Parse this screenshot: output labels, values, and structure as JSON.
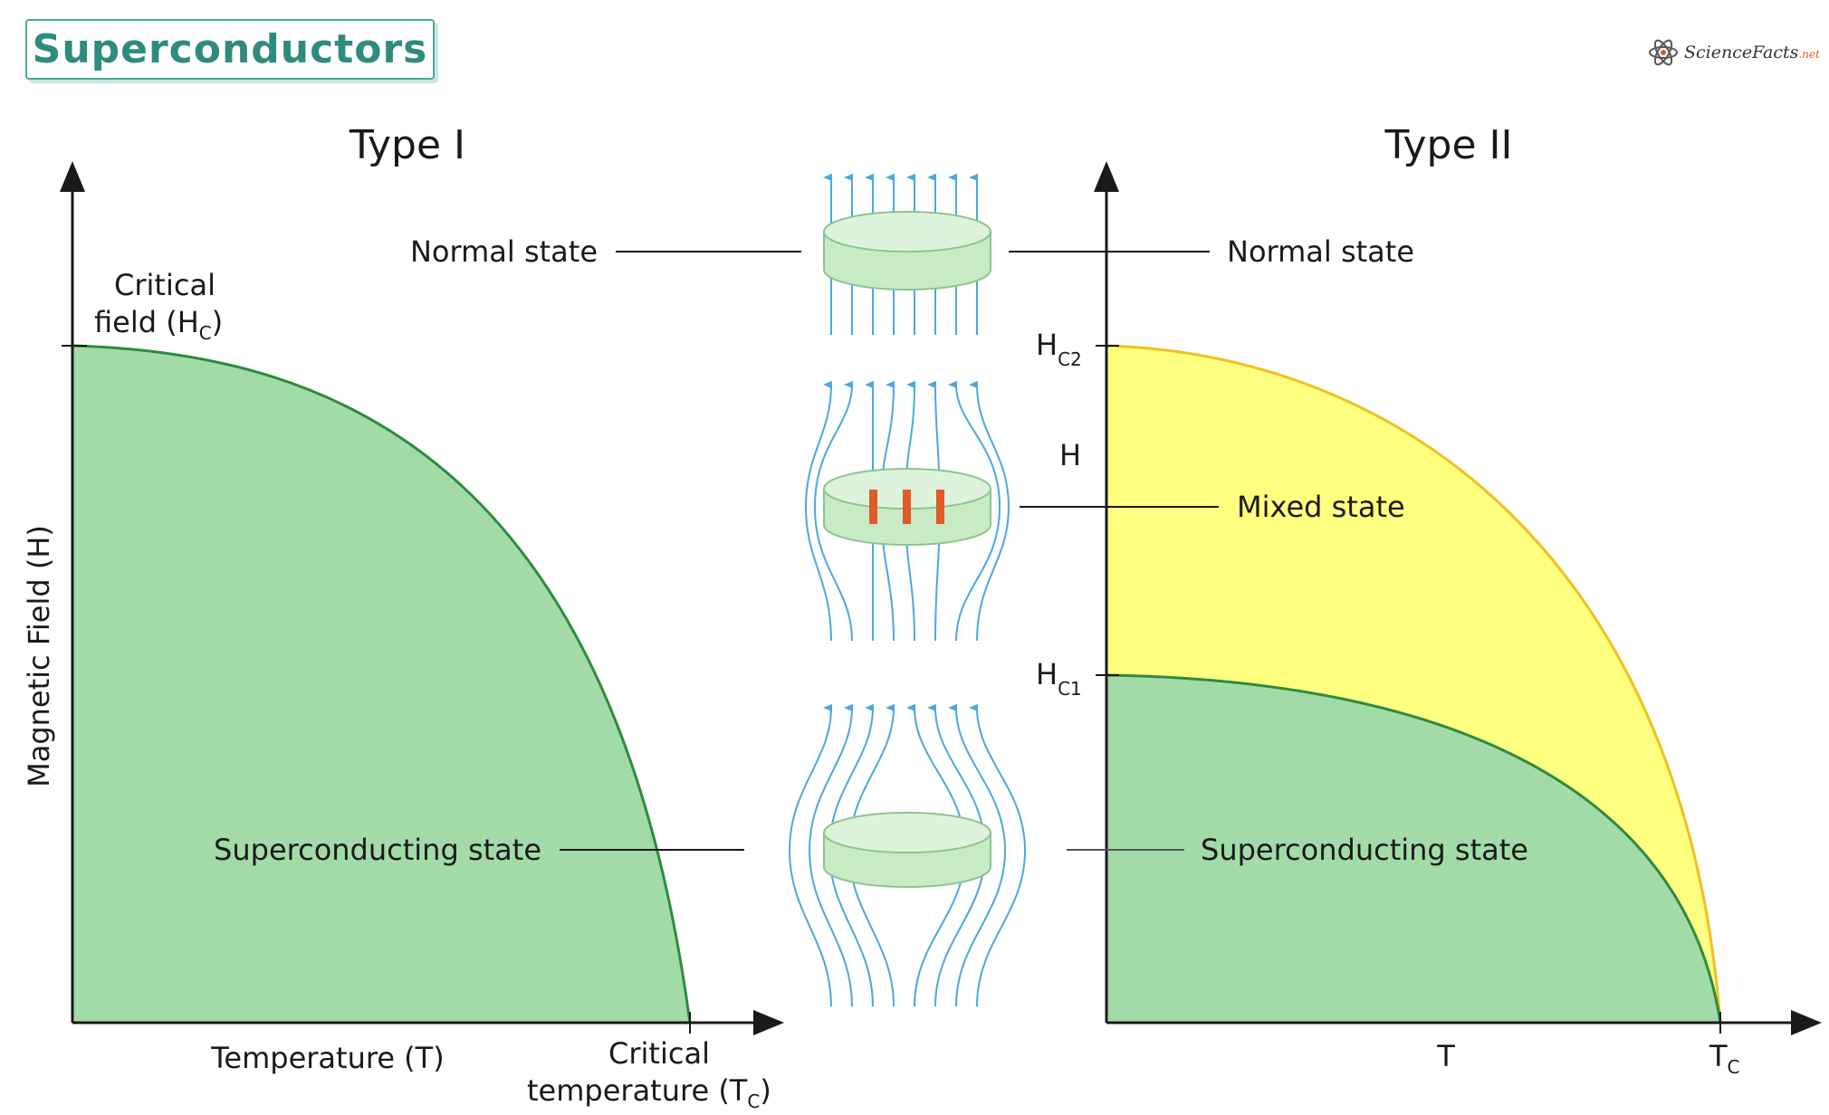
{
  "header": {
    "title": "Superconductors",
    "brand": "ScienceFacts",
    "brand_suffix": ".net"
  },
  "type1": {
    "heading": "Type I",
    "y_axis_label": "Magnetic Field (H)",
    "x_axis_label": "Temperature (T)",
    "critical_field_line1": "Critical",
    "critical_field_line2": "field (H",
    "critical_field_sub": "C",
    "critical_field_close": ")",
    "critical_temp_line1": "Critical",
    "critical_temp_line2": "temperature (T",
    "critical_temp_sub": "C",
    "critical_temp_close": ")",
    "normal_state": "Normal state",
    "superconducting_state": "Superconducting state"
  },
  "type2": {
    "heading": "Type II",
    "hc2_main": "H",
    "hc2_sub": "C2",
    "h_label": "H",
    "hc1_main": "H",
    "hc1_sub": "C1",
    "t_label": "T",
    "tc_main": "T",
    "tc_sub": "C",
    "normal_state": "Normal state",
    "mixed_state": "Mixed state",
    "superconducting_state": "Superconducting state"
  },
  "colors": {
    "superconducting_fill": "#a3dba8",
    "boundary_green": "#2e8b3e",
    "mixed_fill": "#ffff80",
    "mixed_boundary": "#f0c020",
    "field_lines": "#4aa8e0",
    "vortex": "#e05a2b",
    "heading": "#1f3f73"
  }
}
